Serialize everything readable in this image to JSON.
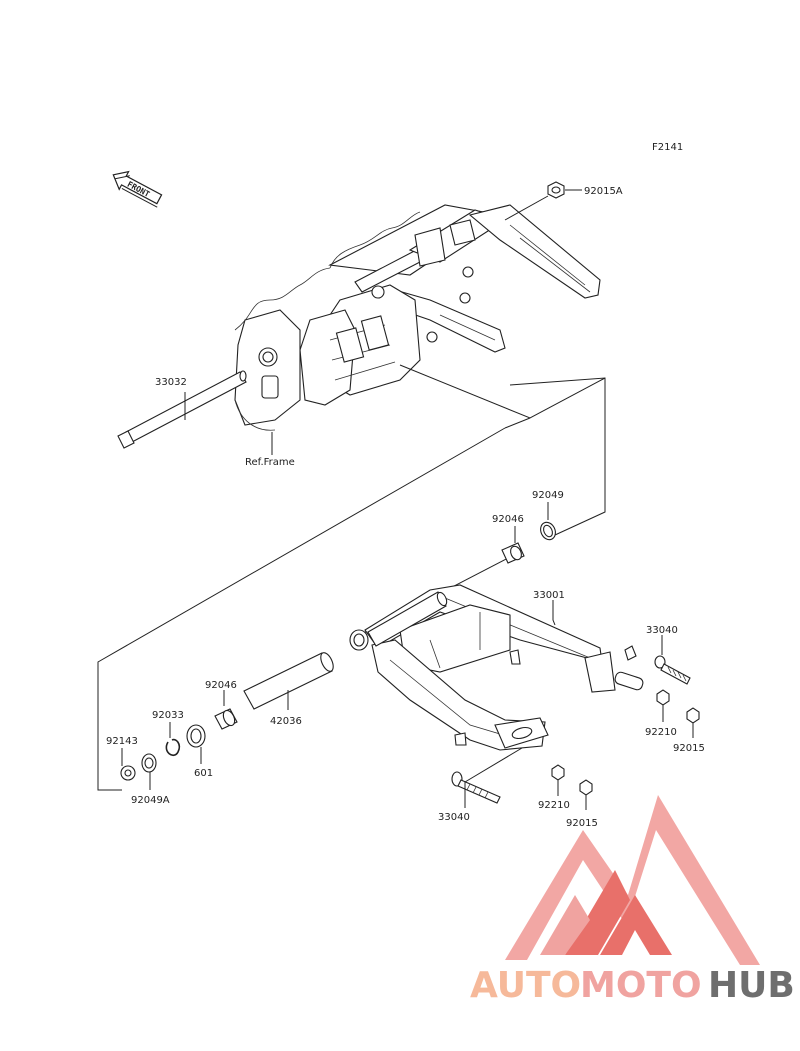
{
  "figure_code": "F2141",
  "front_label": "FRONT",
  "ref_label": "Ref.Frame",
  "parts": {
    "p92015A": "92015A",
    "p33032": "33032",
    "p92049_top": "92049",
    "p92046_top": "92046",
    "p33001": "33001",
    "p33040_right": "33040",
    "p92210_right": "92210",
    "p92015_right": "92015",
    "p92046_left": "92046",
    "p92033": "92033",
    "p42036": "42036",
    "p92143": "92143",
    "p601": "601",
    "p92049A": "92049A",
    "p33040_bottom": "33040",
    "p92210_bottom": "92210",
    "p92015_bottom": "92015"
  },
  "watermark": {
    "auto": "AUTO",
    "moto": "MOTO",
    "hub": "HUB",
    "color_light": "#F6B99A",
    "color_pink": "#F0A3A0",
    "color_red": "#E8706A",
    "color_gray": "#6E6E6E"
  }
}
